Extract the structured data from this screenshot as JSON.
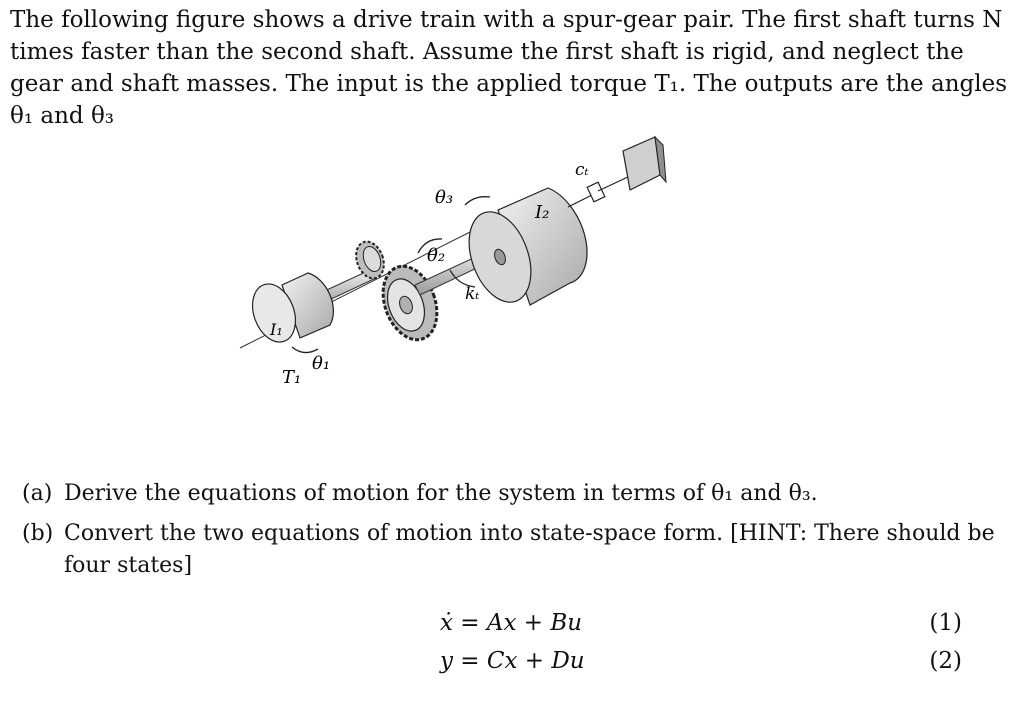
{
  "intro": {
    "text": "The following figure shows a drive train with a spur-gear pair. The first shaft turns N times faster than the second shaft. Assume the first shaft is rigid, and neglect the gear and shaft masses. The input is the applied torque T₁. The outputs are the angles θ₁ and θ₃"
  },
  "figure": {
    "labels": {
      "theta3": "θ₃",
      "I2": "I₂",
      "cT": "cₜ",
      "theta2": "θ₂",
      "kT": "kₜ",
      "I1": "I₁",
      "T1": "T₁",
      "theta1": "θ₁"
    }
  },
  "questions": [
    {
      "tag": "(a)",
      "text": "Derive the equations of motion for the system in terms of θ₁ and θ₃."
    },
    {
      "tag": "(b)",
      "text": "Convert the two equations of motion into state-space form. [HINT: There should be four states]"
    }
  ],
  "equations": [
    {
      "expr": "ẋ = Ax + Bu",
      "number": "(1)"
    },
    {
      "expr": "y = Cx + Du",
      "number": "(2)"
    }
  ]
}
